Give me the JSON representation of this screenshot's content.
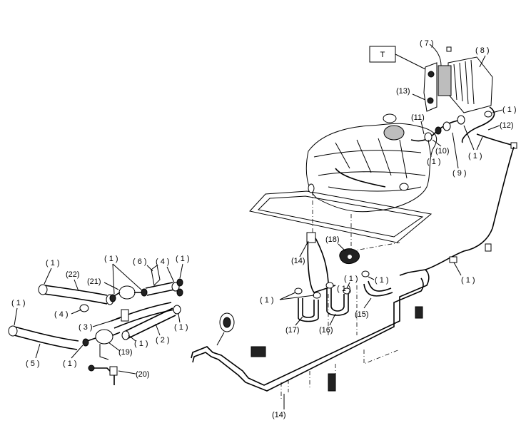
{
  "diagram": {
    "boxed_label": "T",
    "callouts": {
      "c1": "( 1 )",
      "c2": "( 2 )",
      "c3": "( 3 )",
      "c4": "( 4 )",
      "c5": "( 5 )",
      "c6": "( 6 )",
      "c7": "( 7 )",
      "c8": "( 8 )",
      "c9": "( 9 )",
      "c10": "(10)",
      "c11": "(11)",
      "c12": "(12)",
      "c13": "(13)",
      "c14": "(14)",
      "c15": "(15)",
      "c16": "(16)",
      "c17": "(17)",
      "c18": "(18)",
      "c19": "(19)",
      "c20": "(20)",
      "c21": "(21)",
      "c22": "(22)"
    }
  }
}
